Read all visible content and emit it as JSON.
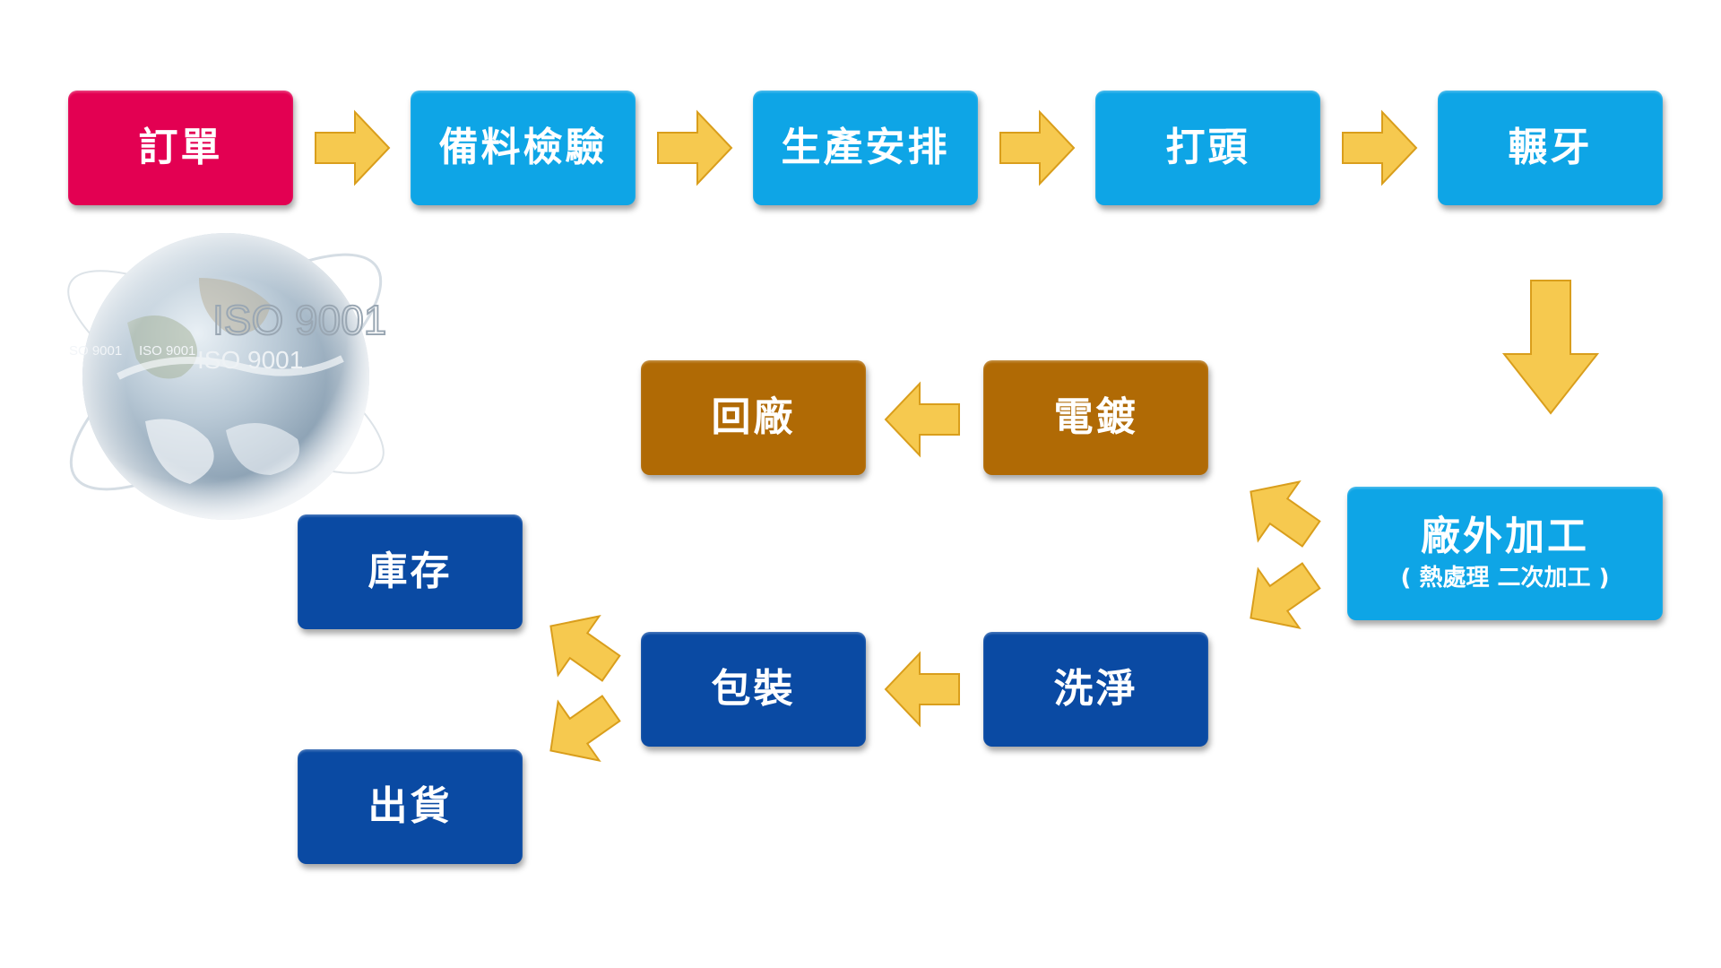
{
  "colors": {
    "order": "#e30052",
    "process": "#0ea5e6",
    "plating": "#b06a05",
    "finishing": "#0a4aa3",
    "arrow": "#f6c94f",
    "arrow_edge": "#d99e1c"
  },
  "watermark": {
    "main": "ISO 9001",
    "small_1": "SO 9001",
    "small_2": "ISO 9001",
    "small_3": "ISO 9001"
  },
  "steps": {
    "order": {
      "label": "訂單"
    },
    "material_inspection": {
      "label": "備料檢驗"
    },
    "production_scheduling": {
      "label": "生產安排"
    },
    "heading": {
      "label": "打頭"
    },
    "thread_rolling": {
      "label": "輾牙"
    },
    "outsourced_processing": {
      "label": "廠外加工",
      "sublabel": "( 熱處理 二次加工 )"
    },
    "electroplating": {
      "label": "電鍍"
    },
    "return_to_factory": {
      "label": "回廠"
    },
    "cleaning": {
      "label": "洗淨"
    },
    "packaging": {
      "label": "包裝"
    },
    "inventory": {
      "label": "庫存"
    },
    "shipping": {
      "label": "出貨"
    }
  }
}
